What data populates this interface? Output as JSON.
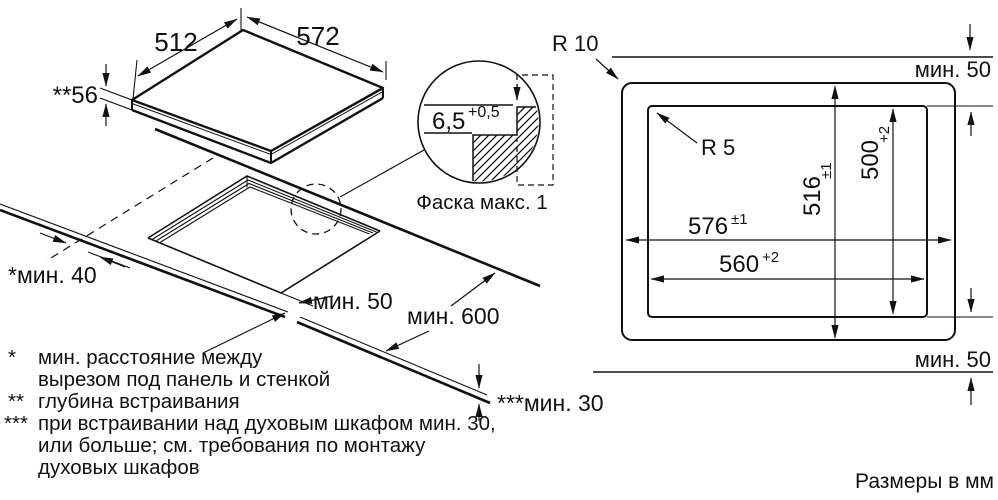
{
  "left_view": {
    "panel_width_back": "512",
    "panel_width_front": "572",
    "panel_height": "**56",
    "min_wall_distance": "*мин. 40",
    "min_front_distance": "мин. 50",
    "min_worktop_depth": "мин. 600",
    "min_oven_clearance": "***мин. 30"
  },
  "detail_view": {
    "rebate_depth": "6,5",
    "rebate_depth_tolerance": "+0,5",
    "caption": "Фаска макс. 1"
  },
  "cutout_view": {
    "corner_radius_outer": "R 10",
    "corner_radius_inner": "R 5",
    "clearance_top": "мин. 50",
    "clearance_bottom": "мин. 50",
    "outer_width": "576",
    "outer_width_tolerance": "±1",
    "inner_width": "560",
    "inner_width_tolerance": "+2",
    "outer_depth": "516",
    "outer_depth_tolerance": "±1",
    "inner_depth": "500",
    "inner_depth_tolerance": "+2"
  },
  "footnotes": {
    "note1_marker": "*",
    "note1_line1": "мин. расстояние между",
    "note1_line2": "вырезом под панель и стенкой",
    "note2_marker": "**",
    "note2_line1": "глубина встраивания",
    "note3_marker": "***",
    "note3_line1": "при встраивании над духовым шкафом мин. 30,",
    "note3_line2": "или больше; см. требования по монтажу",
    "note3_line3": "духовых шкафов"
  },
  "units_note": "Размеры в мм"
}
